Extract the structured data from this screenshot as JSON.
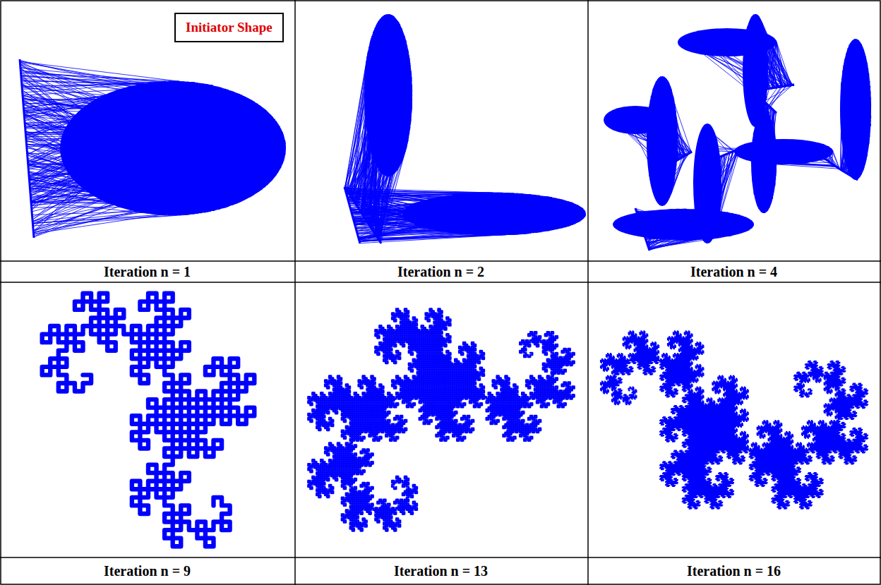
{
  "diagram": {
    "nodes": [
      {
        "text": [
          "Initiator Shape"
        ]
      }
    ],
    "labels": [
      "Iteration n = 1",
      "Iteration n = 2",
      "Iteration n = 4",
      "Iteration n = 9",
      "Iteration n = 13",
      "Iteration n = 16"
    ]
  }
}
